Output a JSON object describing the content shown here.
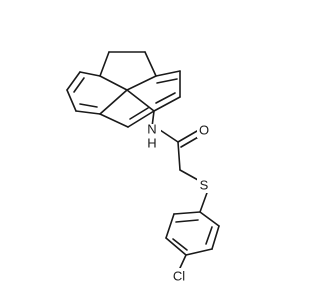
{
  "atoms": {
    "nh": "N",
    "nh_h": "H",
    "o": "O",
    "s": "S",
    "cl": "Cl"
  },
  "colors": {
    "nitrogen": "#2b2bd6",
    "oxygen": "#e02020",
    "sulfur": "#b8a000",
    "chlorine": "#1f9e1f",
    "bond": "#1a1a1a"
  }
}
